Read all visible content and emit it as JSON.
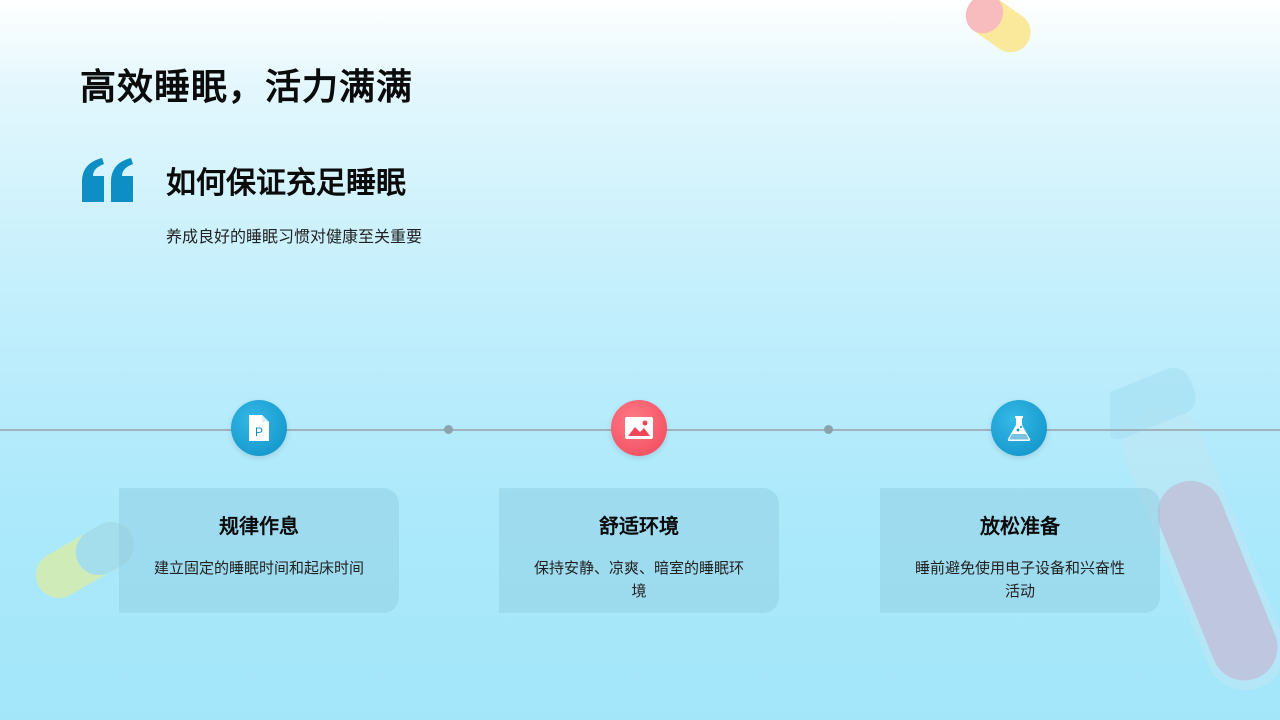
{
  "title": "高效睡眠，活力满满",
  "section": {
    "heading": "如何保证充足睡眠",
    "description": "养成良好的睡眠习惯对健康至关重要"
  },
  "colors": {
    "accent_blue": "#0d8fc6",
    "accent_red": "#f0465a",
    "timeline": "#9eb3bb"
  },
  "steps": [
    {
      "icon": "document-p-icon",
      "title": "规律作息",
      "text": "建立固定的睡眠时间和起床时间"
    },
    {
      "icon": "image-icon",
      "title": "舒适环境",
      "text": "保持安静、凉爽、暗室的睡眠环境"
    },
    {
      "icon": "flask-icon",
      "title": "放松准备",
      "text": "睡前避免使用电子设备和兴奋性活动"
    }
  ]
}
